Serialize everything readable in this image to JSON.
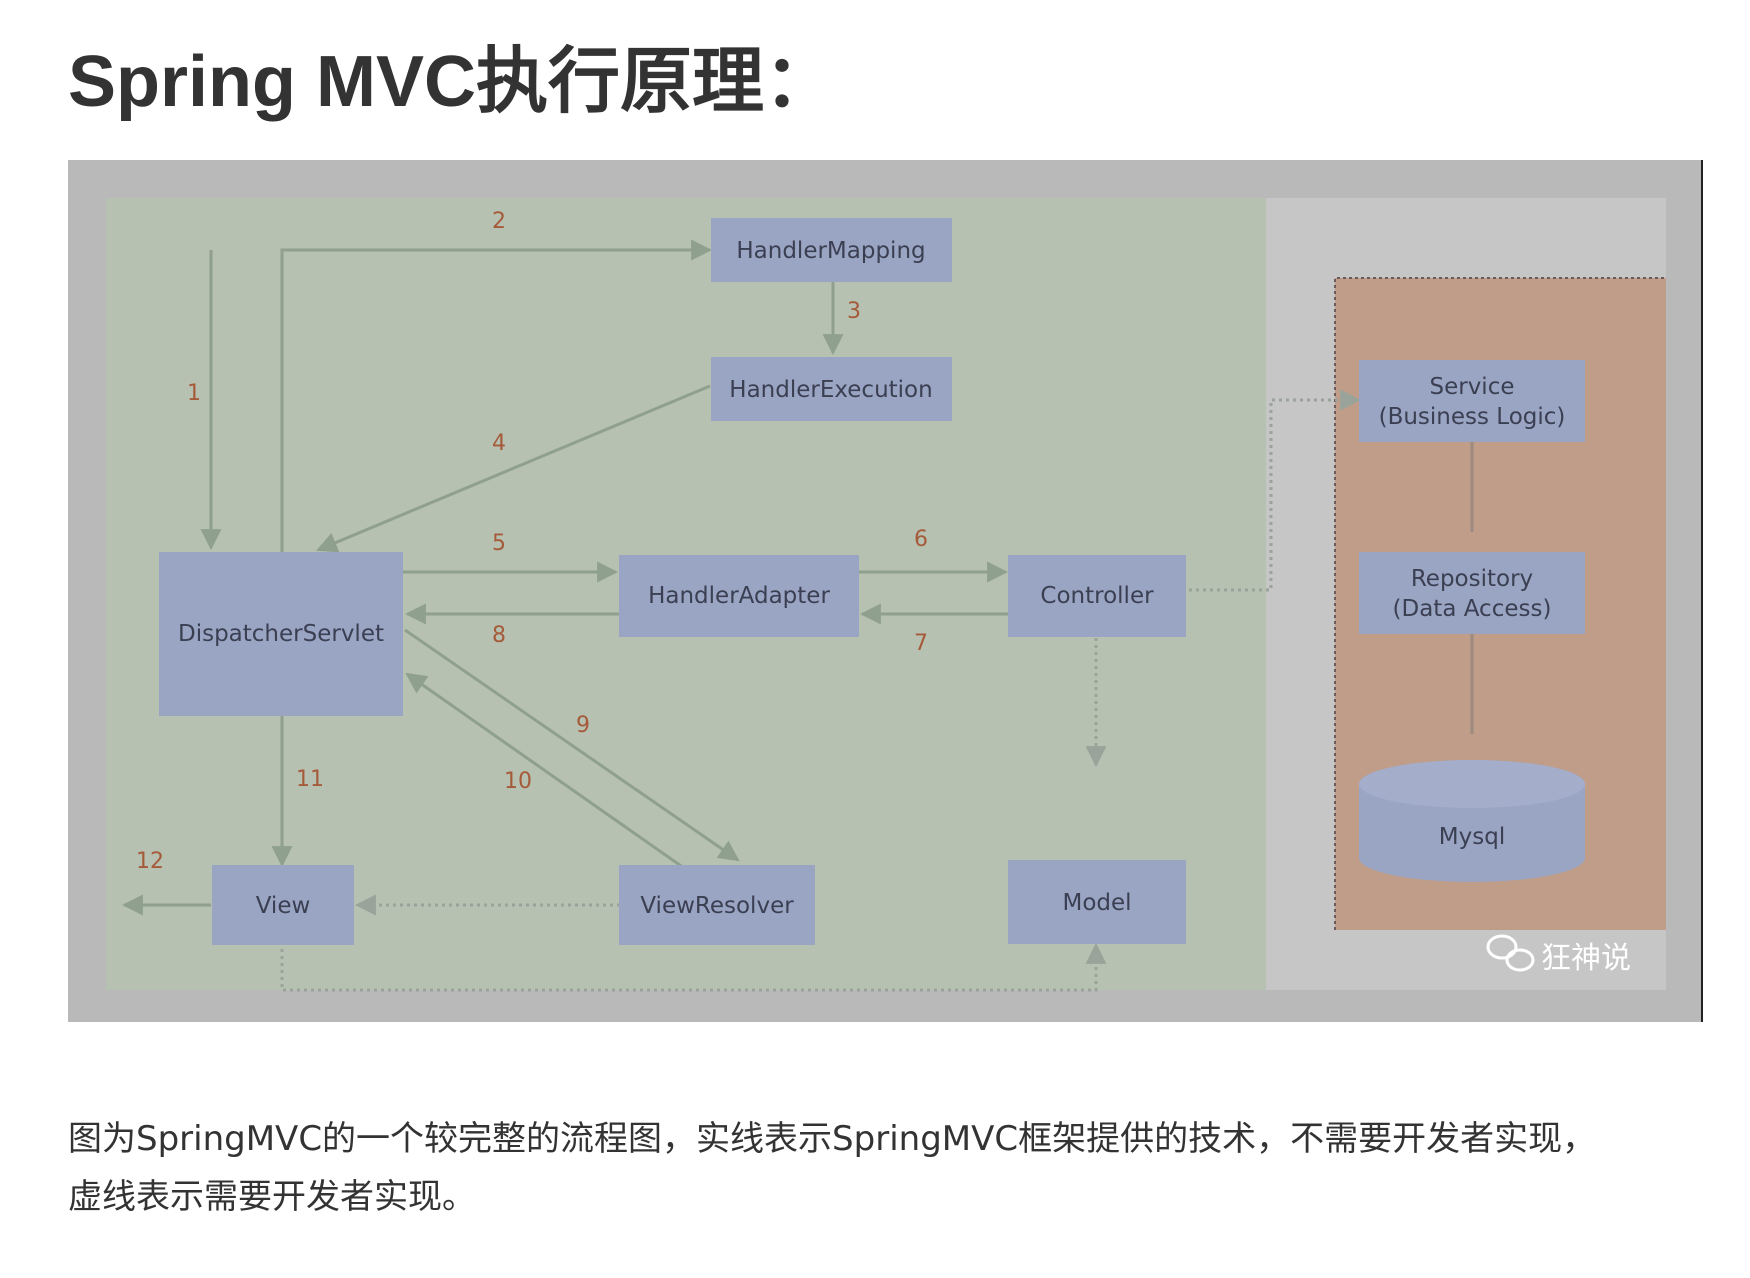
{
  "title": "Spring MVC执行原理：",
  "diagram": {
    "nodes": {
      "handler_mapping": "HandlerMapping",
      "handler_execution": "HandlerExecution",
      "dispatcher_servlet": "DispatcherServlet",
      "handler_adapter": "HandlerAdapter",
      "controller": "Controller",
      "service_line1": "Service",
      "service_line2": "(Business Logic)",
      "repository_line1": "Repository",
      "repository_line2": "(Data Access)",
      "mysql": "Mysql",
      "view": "View",
      "view_resolver": "ViewResolver",
      "model": "Model"
    },
    "steps": {
      "s1": "1",
      "s2": "2",
      "s3": "3",
      "s4": "4",
      "s5": "5",
      "s6": "6",
      "s7": "7",
      "s8": "8",
      "s9": "9",
      "s10": "10",
      "s11": "11",
      "s12": "12"
    },
    "watermark": "狂神说"
  },
  "caption": {
    "line1": "图为SpringMVC的一个较完整的流程图，实线表示SpringMVC框架提供的技术，不需要开发者实现，",
    "line2": "虚线表示需要开发者实现。"
  }
}
